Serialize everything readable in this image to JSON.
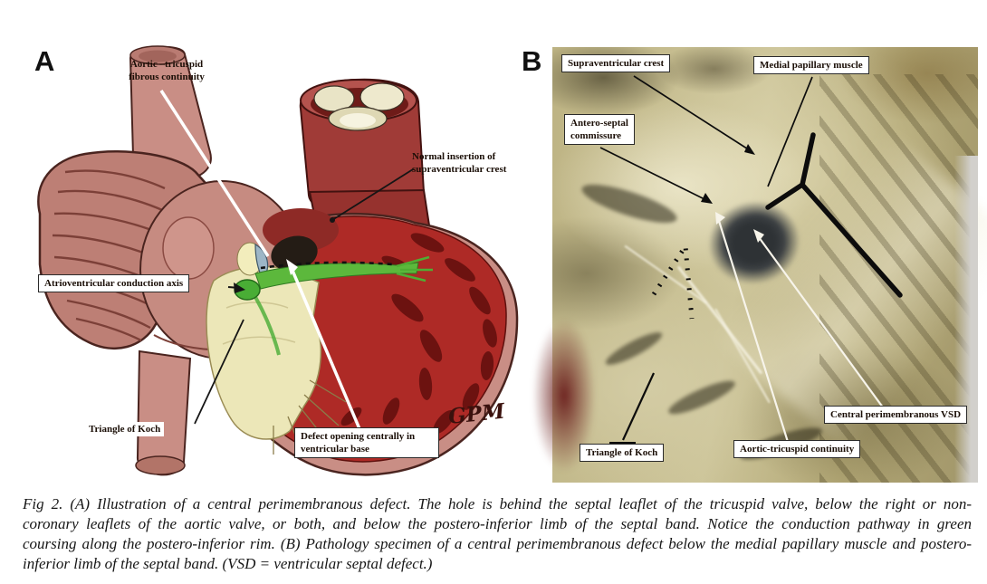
{
  "panel_a": {
    "letter": "A",
    "signature": "GPM",
    "labels": {
      "aortic_tricuspid": "Aortic –tricuspid\nfibrous continuity",
      "normal_insertion": "Normal insertion of\nsupraventricular crest",
      "av_conduction_axis": "Atrioventricular  conduction axis",
      "triangle_of_koch": "Triangle of Koch",
      "defect_opening": "Defect opening centrally in\nventricular base"
    }
  },
  "panel_b": {
    "letter": "B",
    "labels": {
      "supraventricular_crest": "Supraventricular crest",
      "medial_papillary_muscle": "Medial papillary muscle",
      "antero_septal_commissure": "Antero-septal\ncommissure",
      "central_perimembranous_vsd": "Central perimembranous VSD",
      "aortic_tricuspid_continuity": "Aortic-tricuspid continuity",
      "triangle_of_koch": "Triangle of Koch"
    }
  },
  "caption": {
    "line1": "Fig 2.  (A) Illustration of a central perimembranous defect. The hole is behind the septal leaflet of the tricuspid valve, below the right or non-",
    "line2": "coronary leaflets of the aortic valve, or both, and below the postero-inferior limb of the septal band. Notice the conduction pathway in green",
    "line3": "coursing along the postero-inferior rim. (B) Pathology specimen of a central perimembranous defect below the medial papillary muscle and postero-",
    "line4": "inferior limb of the septal band. (VSD = ventricular septal defect.)"
  },
  "colors": {
    "heart_crimson": "#ae2a26",
    "heart_salmon": "#c98e85",
    "leaflet_cream": "#ece7b8",
    "conduction_green": "#4fb43a",
    "specimen_tan": "#c2b98c",
    "vsd_hole_dark": "#33373a"
  }
}
